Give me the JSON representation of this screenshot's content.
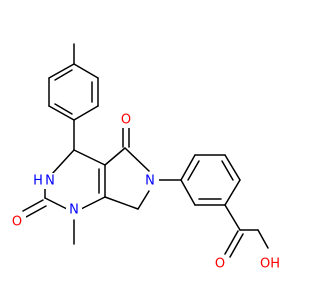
{
  "colors": {
    "background": "#ffffff",
    "carbon_bond": "#000000",
    "nitrogen": "#0000ff",
    "oxygen": "#ff0000"
  },
  "atoms": {
    "n_amide_h": "N",
    "n_amide_h_suffix": "H",
    "n_methyl": "N",
    "n_lactam": "N",
    "o_urea": "O",
    "o_lactam": "O",
    "o_acid_carbonyl": "O",
    "o_acid_hydroxyl": "OH"
  }
}
